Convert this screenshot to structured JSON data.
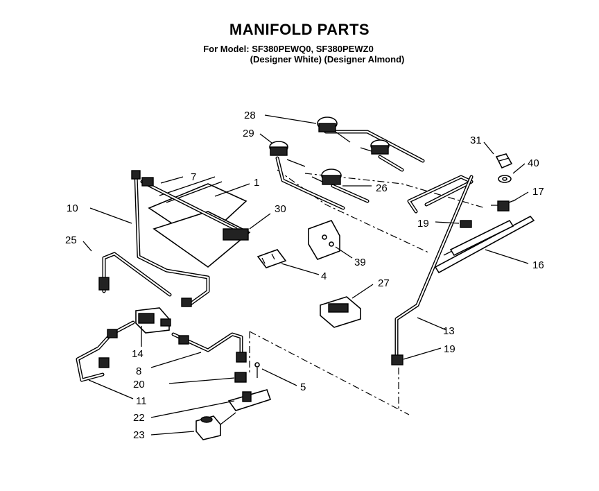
{
  "header": {
    "title": "MANIFOLD PARTS",
    "model_line": "For Model: SF380PEWQ0, SF380PEWZ0",
    "variant_line": "(Designer White)  (Designer Almond)"
  },
  "callouts": [
    {
      "id": "c28",
      "label": "28"
    },
    {
      "id": "c29",
      "label": "29"
    },
    {
      "id": "c31",
      "label": "31"
    },
    {
      "id": "c40",
      "label": "40"
    },
    {
      "id": "c26",
      "label": "26"
    },
    {
      "id": "c17",
      "label": "17"
    },
    {
      "id": "c7",
      "label": "7"
    },
    {
      "id": "c1",
      "label": "1"
    },
    {
      "id": "c10",
      "label": "10"
    },
    {
      "id": "c30",
      "label": "30"
    },
    {
      "id": "c19a",
      "label": "19"
    },
    {
      "id": "c25",
      "label": "25"
    },
    {
      "id": "c39",
      "label": "39"
    },
    {
      "id": "c16",
      "label": "16"
    },
    {
      "id": "c4",
      "label": "4"
    },
    {
      "id": "c27",
      "label": "27"
    },
    {
      "id": "c13",
      "label": "13"
    },
    {
      "id": "c14",
      "label": "14"
    },
    {
      "id": "c19b",
      "label": "19"
    },
    {
      "id": "c8",
      "label": "8"
    },
    {
      "id": "c20",
      "label": "20"
    },
    {
      "id": "c5",
      "label": "5"
    },
    {
      "id": "c11",
      "label": "11"
    },
    {
      "id": "c22",
      "label": "22"
    },
    {
      "id": "c23",
      "label": "23"
    }
  ]
}
